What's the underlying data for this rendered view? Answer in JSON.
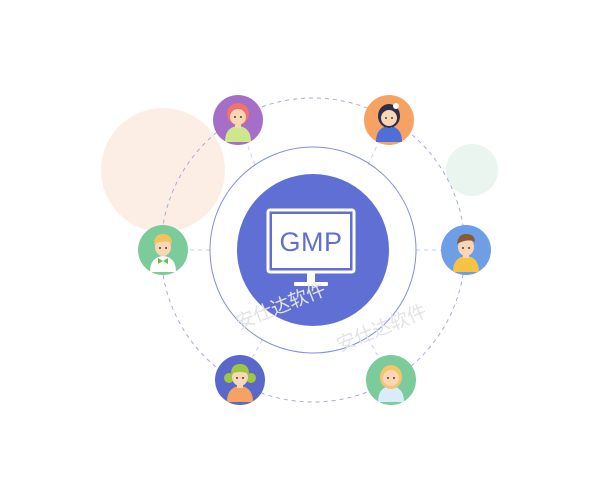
{
  "hub": {
    "label": "GMP"
  },
  "watermarks": [
    {
      "text": "安仕达软件"
    },
    {
      "text": "安仕达软件"
    }
  ],
  "avatars": [
    {
      "id": "avatar-top-left",
      "icon": "girl-red-hair-icon",
      "bg": "#a56fc7",
      "hair": "#f2736b"
    },
    {
      "id": "avatar-top-right",
      "icon": "girl-dark-hair-bow-icon",
      "bg": "#f6a262",
      "hair": "#2e2f4d"
    },
    {
      "id": "avatar-left",
      "icon": "boy-bowtie-icon",
      "bg": "#7ccb9b",
      "hair": "#f4c25e"
    },
    {
      "id": "avatar-right",
      "icon": "boy-brown-hair-icon",
      "bg": "#6d9ee6",
      "hair": "#8a5a34"
    },
    {
      "id": "avatar-bottom-left",
      "icon": "girl-green-pigtails-icon",
      "bg": "#5b67c9",
      "hair": "#9bc83c"
    },
    {
      "id": "avatar-bottom-right",
      "icon": "girl-blonde-hair-icon",
      "bg": "#7ccb9b",
      "hair": "#f6c56a"
    }
  ],
  "colors": {
    "hub_fill": "#5f6fd4",
    "hub_ring": "#7f8ee0",
    "orbit_dash": "#a3abe3",
    "spoke_dash": "#c9cdee",
    "deco_peach": "#fdeee5",
    "deco_mint": "#e9f5ee",
    "monitor_white": "#ffffff",
    "skin": "#fbd6b4",
    "watermark": "#e3e3e3"
  }
}
